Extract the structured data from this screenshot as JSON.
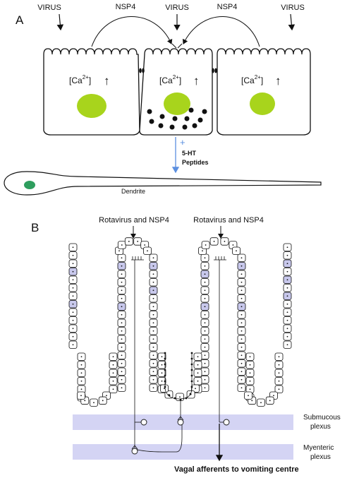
{
  "panel_a": {
    "label": "A",
    "virus_labels": [
      "VIRUS",
      "VIRUS",
      "VIRUS"
    ],
    "nsp4_labels": [
      "NSP4",
      "NSP4"
    ],
    "calcium": {
      "ion": "[Ca",
      "charge": "2+",
      "close": "]",
      "arrow": "↑"
    },
    "secretion": {
      "sign": "+",
      "line1": "5-HT",
      "line2": "Peptides"
    },
    "dendrite_label": "Dendrite",
    "colors": {
      "nucleus": "#a8d41c",
      "neuron_nucleus": "#2e9e5e",
      "arrow_blue": "#5b8fe0"
    }
  },
  "panel_b": {
    "label": "B",
    "rotavirus_labels": [
      "Rotavirus and NSP4",
      "Rotavirus and NSP4"
    ],
    "submucous_label_1": "Submucous",
    "submucous_label_2": "plexus",
    "myenteric_label_1": "Myenteric",
    "myenteric_label_2": "plexus",
    "vagal_label": "Vagal afferents to vomiting centre",
    "colors": {
      "plexus_band": "#d4d4f4",
      "ec_cell": "#c8c8ec"
    }
  }
}
